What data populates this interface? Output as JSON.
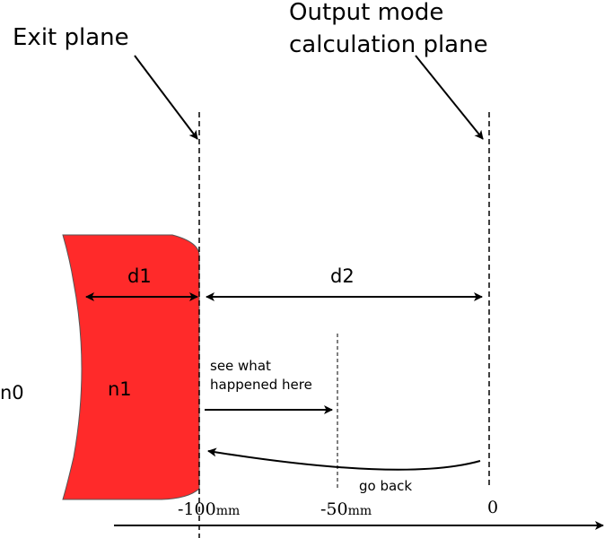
{
  "labels": {
    "exit_plane": "Exit plane",
    "output_line1": "Output mode",
    "output_line2": "calculation plane",
    "d1": "d1",
    "d2": "d2",
    "n0": "n0",
    "n1": "n1",
    "see_line1": "see what",
    "see_line2": "happened here",
    "go_back": "go back"
  },
  "axis": {
    "tick_minus100": "-100",
    "tick_minus50": "-50",
    "tick_zero": "0",
    "unit": "mm"
  },
  "colors": {
    "lens_fill": "#ff2a2a",
    "lens_stroke": "#555555",
    "line": "#000000"
  }
}
